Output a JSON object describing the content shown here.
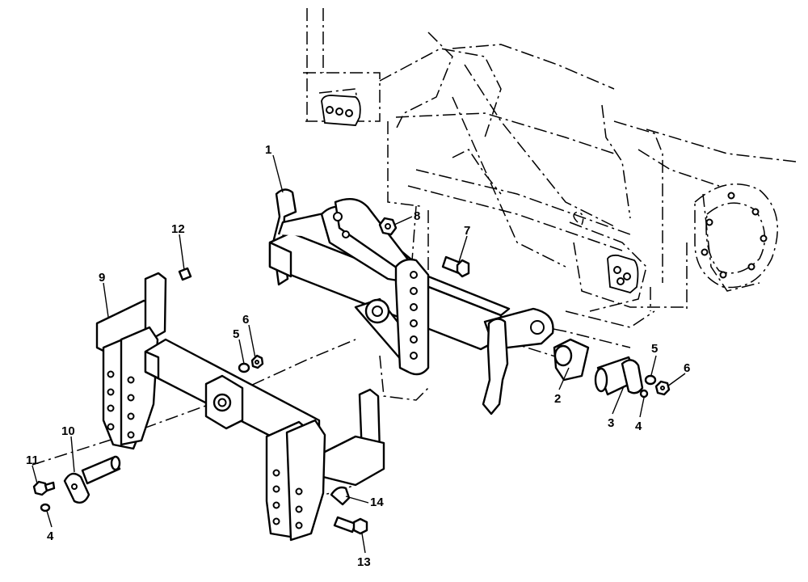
{
  "callouts": {
    "c1": "1",
    "c2": "2",
    "c3": "3",
    "c4a": "4",
    "c4b": "4",
    "c5a": "5",
    "c5b": "5",
    "c6a": "6",
    "c6b": "6",
    "c7": "7",
    "c8": "8",
    "c9": "9",
    "c10": "10",
    "c11": "11",
    "c12": "12",
    "c13": "13",
    "c14": "14"
  }
}
